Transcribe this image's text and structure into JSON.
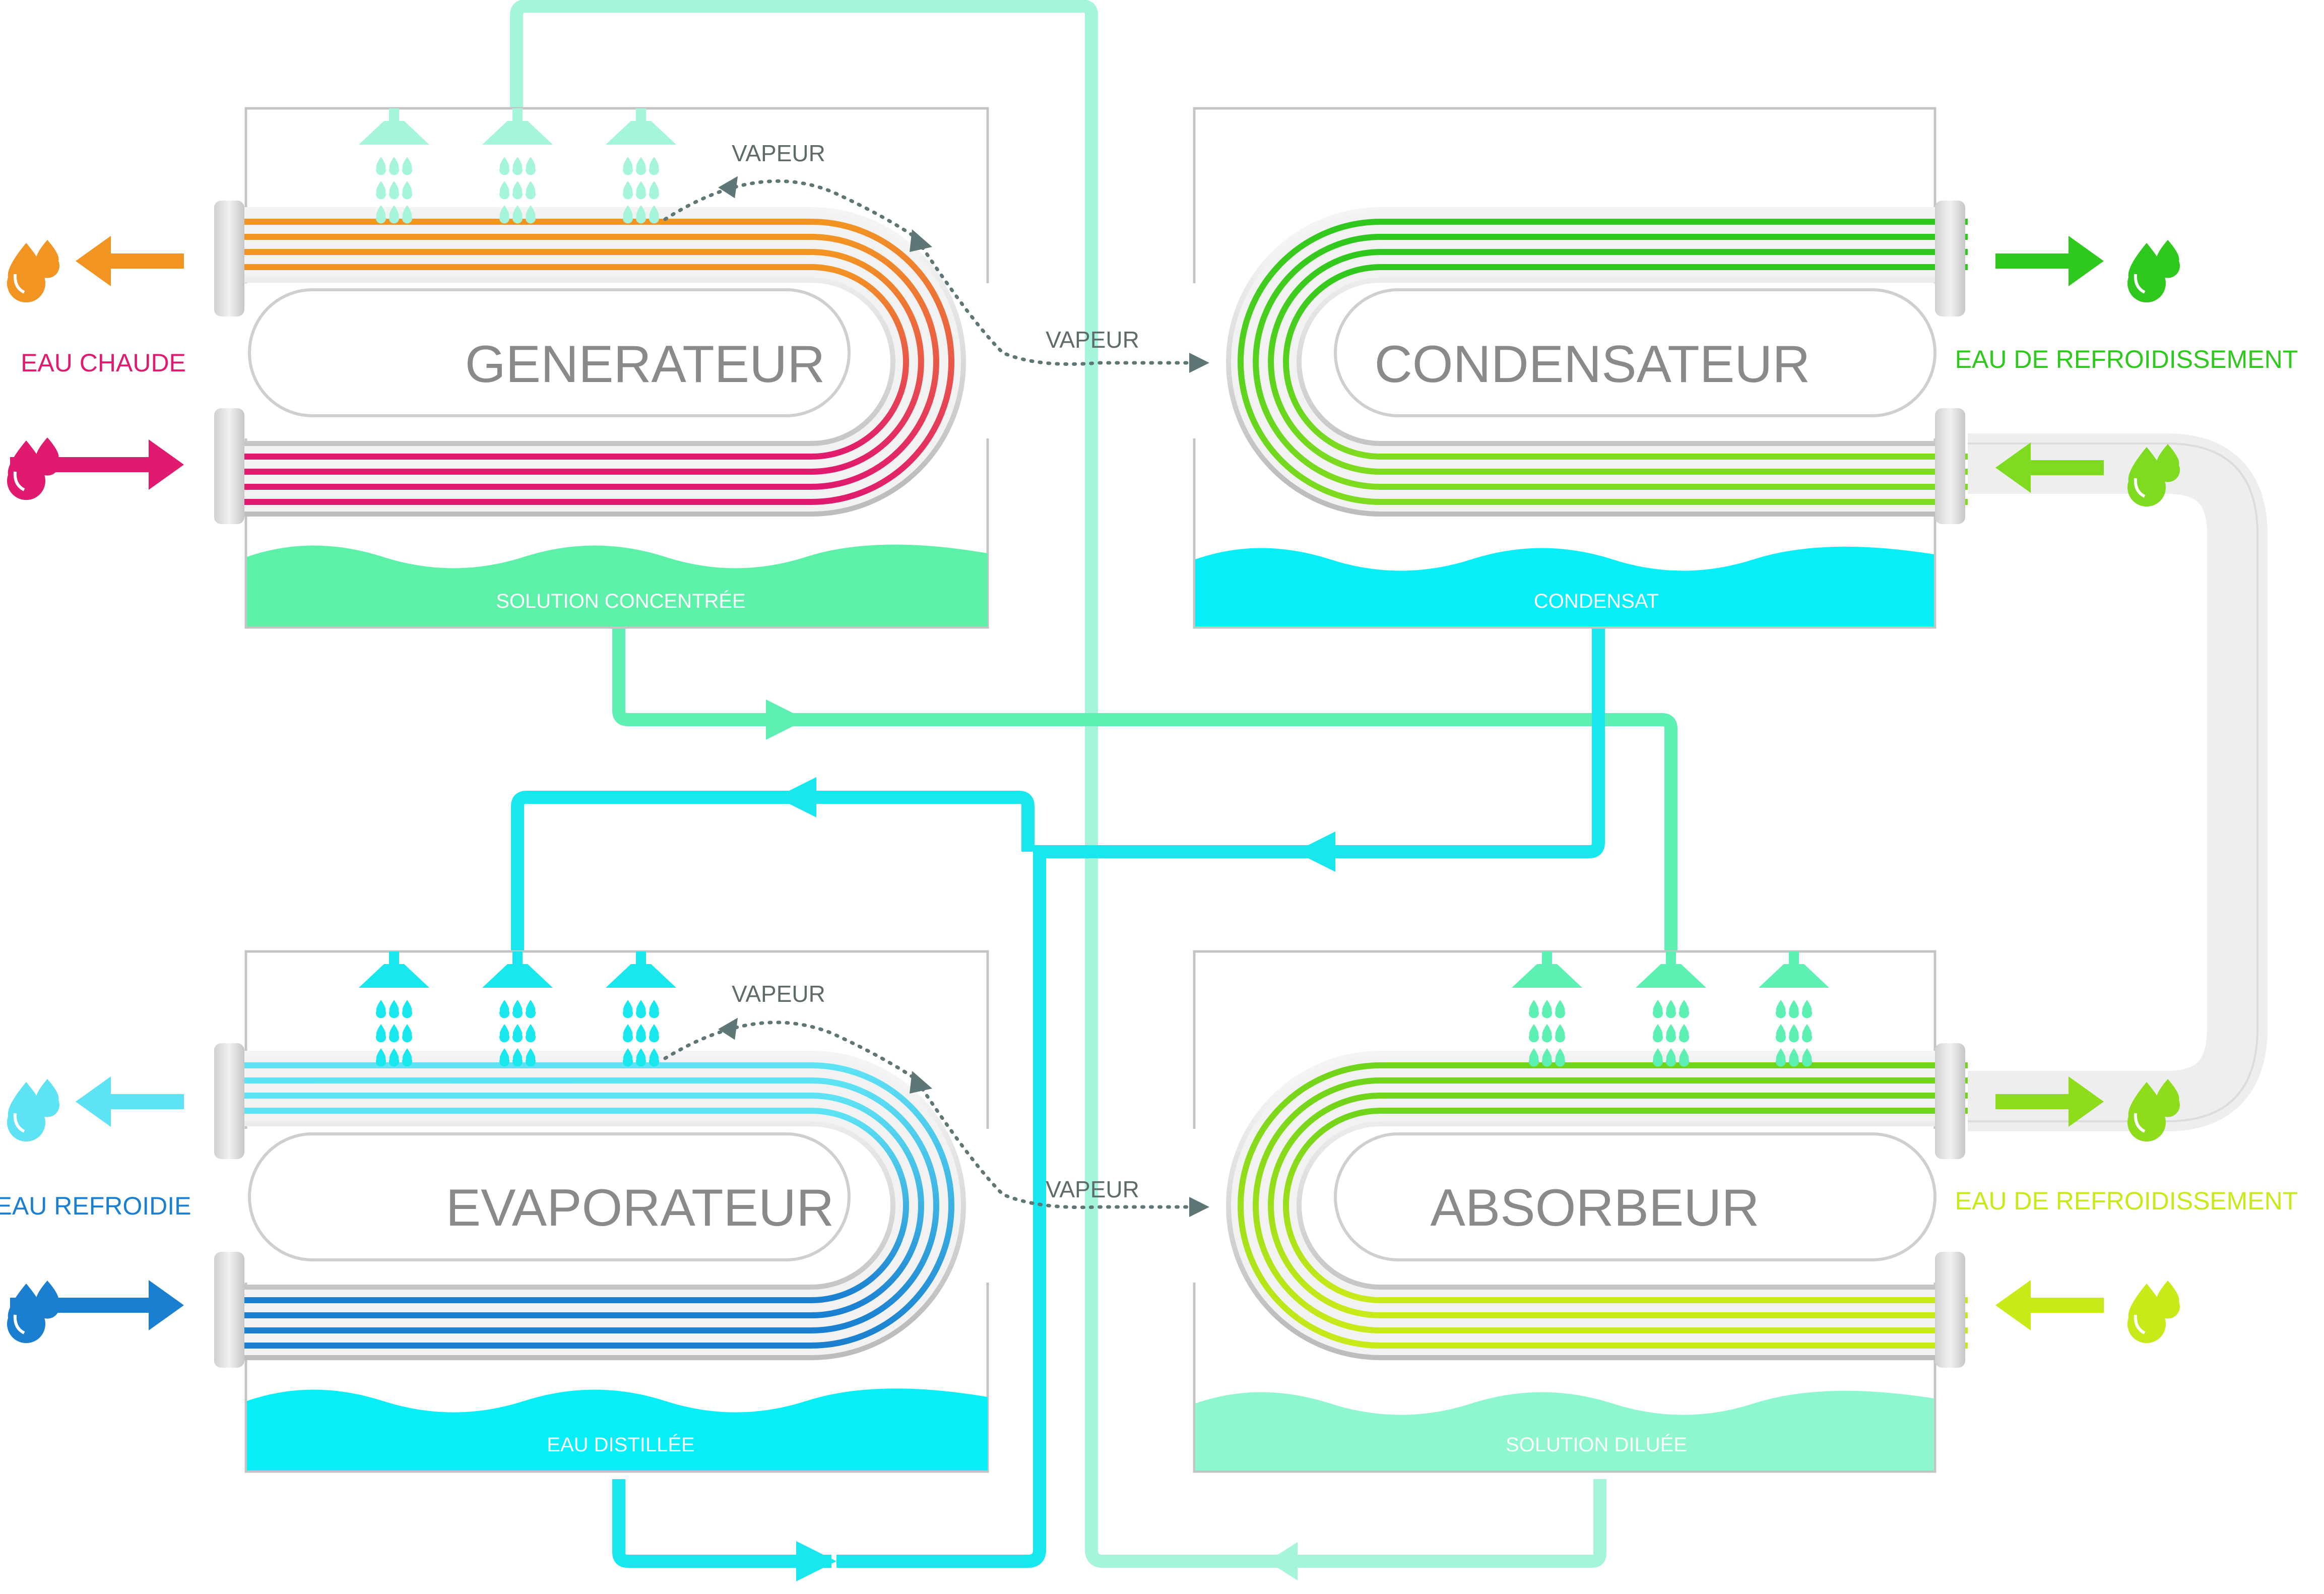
{
  "vessels": {
    "generator": "GENERATEUR",
    "condenser": "CONDENSATEUR",
    "evaporator": "EVAPORATEUR",
    "absorber": "ABSORBEUR"
  },
  "vapor_label": "VAPEUR",
  "pools": {
    "generator": "SOLUTION CONCENTRÉE",
    "condenser": "CONDENSAT",
    "evaporator": "EAU DISTILLÉE",
    "absorber": "SOLUTION DILUÉE"
  },
  "side_labels": {
    "hot_water": "EAU CHAUDE",
    "cooling_water_top": "EAU DE REFROIDISSEMENT",
    "chilled_water": "EAU REFROIDIE",
    "cooling_water_bottom": "EAU DE REFROIDISSEMENT"
  },
  "colors": {
    "hot_out": "#f29422",
    "hot_in": "#e01a6e",
    "chilled_out": "#5ee3f5",
    "chilled_in": "#1a7fd0",
    "cooling_cond": "#2fc81d",
    "cooling_cond_in": "#7fdb1f",
    "cooling_abs": "#8fdc1a",
    "cooling_abs_in": "#c9ea19",
    "solution_pipe": "#5cf0b2",
    "vapor_pipe": "#a5f5dc",
    "water_pipe": "#18e8ee",
    "concentrated_pool": "#5cf0a8",
    "condensate_pool": "#06eff7",
    "distilled_pool": "#06eff7",
    "dilute_pool": "#8ff7cf",
    "vessel_outline": "#c4c4c4",
    "vapor_arrow": "#5f7676"
  }
}
